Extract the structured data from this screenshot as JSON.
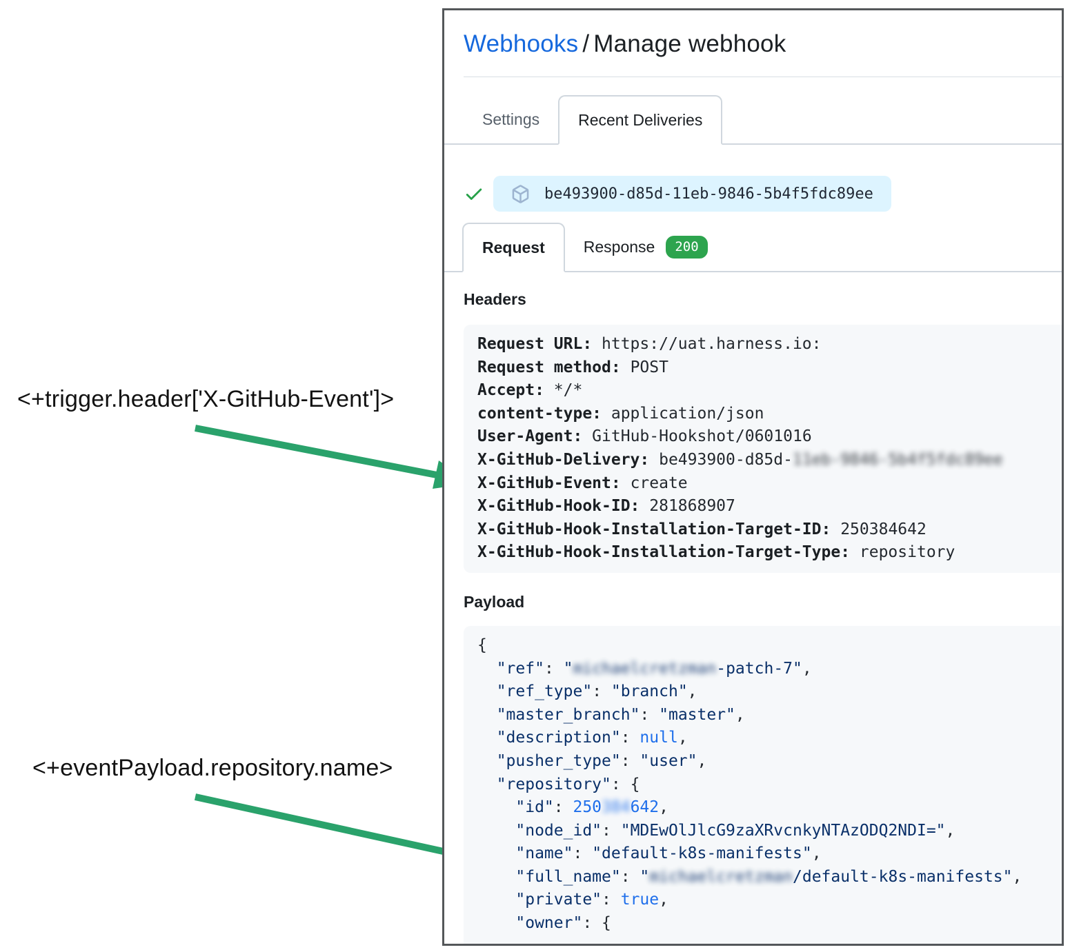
{
  "colors": {
    "link-blue": "#1568dd",
    "text-dark": "#1b1f23",
    "muted-gray": "#57606a",
    "tab-border": "#d0d7de",
    "success-green": "#2da44e",
    "check-green": "#26a148",
    "pill-bg": "#ddf4ff",
    "pill-icon": "#9db4d0",
    "code-bg": "#f6f8fa",
    "json-navy": "#0a3069",
    "json-blue": "#1f6feb",
    "arrow-green": "#2aa26b",
    "panel-border": "#54575a"
  },
  "header": {
    "breadcrumb": "Webhooks",
    "separator": "/",
    "title": "Manage webhook"
  },
  "tabs": {
    "settings": "Settings",
    "recent": "Recent Deliveries"
  },
  "delivery": {
    "guid": "be493900-d85d-11eb-9846-5b4f5fdc89ee"
  },
  "subtabs": {
    "request": "Request",
    "response": "Response",
    "status": "200"
  },
  "request": {
    "headers_title": "Headers",
    "headers": [
      {
        "label": "Request URL:",
        "value": "https://uat.harness.io:"
      },
      {
        "label": "Request method:",
        "value": "POST"
      },
      {
        "label": "Accept:",
        "value": "*/*"
      },
      {
        "label": "content-type:",
        "value": "application/json"
      },
      {
        "label": "User-Agent:",
        "value": "GitHub-Hookshot/0601016"
      },
      {
        "label": "X-GitHub-Delivery:",
        "value": "be493900-d85d-",
        "blurred": "11eb-9846-5b4f5fdc89ee"
      },
      {
        "label": "X-GitHub-Event:",
        "value": "create"
      },
      {
        "label": "X-GitHub-Hook-ID:",
        "value": "281868907"
      },
      {
        "label": "X-GitHub-Hook-Installation-Target-ID:",
        "value": "250384642"
      },
      {
        "label": "X-GitHub-Hook-Installation-Target-Type:",
        "value": "repository"
      }
    ],
    "payload_title": "Payload",
    "payload_lines": [
      [
        {
          "c": "p",
          "t": "{"
        }
      ],
      [
        {
          "c": "p",
          "t": "  "
        },
        {
          "c": "k",
          "t": "\"ref\""
        },
        {
          "c": "p",
          "t": ": "
        },
        {
          "c": "s",
          "t": "\""
        },
        {
          "c": "bs",
          "t": "michaelcretzman"
        },
        {
          "c": "s",
          "t": "-patch-7\""
        },
        {
          "c": "p",
          "t": ","
        }
      ],
      [
        {
          "c": "p",
          "t": "  "
        },
        {
          "c": "k",
          "t": "\"ref_type\""
        },
        {
          "c": "p",
          "t": ": "
        },
        {
          "c": "s",
          "t": "\"branch\""
        },
        {
          "c": "p",
          "t": ","
        }
      ],
      [
        {
          "c": "p",
          "t": "  "
        },
        {
          "c": "k",
          "t": "\"master_branch\""
        },
        {
          "c": "p",
          "t": ": "
        },
        {
          "c": "s",
          "t": "\"master\""
        },
        {
          "c": "p",
          "t": ","
        }
      ],
      [
        {
          "c": "p",
          "t": "  "
        },
        {
          "c": "k",
          "t": "\"description\""
        },
        {
          "c": "p",
          "t": ": "
        },
        {
          "c": "n",
          "t": "null"
        },
        {
          "c": "p",
          "t": ","
        }
      ],
      [
        {
          "c": "p",
          "t": "  "
        },
        {
          "c": "k",
          "t": "\"pusher_type\""
        },
        {
          "c": "p",
          "t": ": "
        },
        {
          "c": "s",
          "t": "\"user\""
        },
        {
          "c": "p",
          "t": ","
        }
      ],
      [
        {
          "c": "p",
          "t": "  "
        },
        {
          "c": "k",
          "t": "\"repository\""
        },
        {
          "c": "p",
          "t": ": {"
        }
      ],
      [
        {
          "c": "p",
          "t": "    "
        },
        {
          "c": "k",
          "t": "\"id\""
        },
        {
          "c": "p",
          "t": ": "
        },
        {
          "c": "n",
          "t": "250"
        },
        {
          "c": "bn",
          "t": "384"
        },
        {
          "c": "n",
          "t": "642"
        },
        {
          "c": "p",
          "t": ","
        }
      ],
      [
        {
          "c": "p",
          "t": "    "
        },
        {
          "c": "k",
          "t": "\"node_id\""
        },
        {
          "c": "p",
          "t": ": "
        },
        {
          "c": "s",
          "t": "\"MDEwOlJlcG9zaXRvcnkyNTAzODQ2NDI=\""
        },
        {
          "c": "p",
          "t": ","
        }
      ],
      [
        {
          "c": "p",
          "t": "    "
        },
        {
          "c": "k",
          "t": "\"name\""
        },
        {
          "c": "p",
          "t": ": "
        },
        {
          "c": "s",
          "t": "\"default-k8s-manifests\""
        },
        {
          "c": "p",
          "t": ","
        }
      ],
      [
        {
          "c": "p",
          "t": "    "
        },
        {
          "c": "k",
          "t": "\"full_name\""
        },
        {
          "c": "p",
          "t": ": "
        },
        {
          "c": "s",
          "t": "\""
        },
        {
          "c": "bs",
          "t": "michaelcretzman"
        },
        {
          "c": "s",
          "t": "/default-k8s-manifests\""
        },
        {
          "c": "p",
          "t": ","
        }
      ],
      [
        {
          "c": "p",
          "t": "    "
        },
        {
          "c": "k",
          "t": "\"private\""
        },
        {
          "c": "p",
          "t": ": "
        },
        {
          "c": "n",
          "t": "true"
        },
        {
          "c": "p",
          "t": ","
        }
      ],
      [
        {
          "c": "p",
          "t": "    "
        },
        {
          "c": "k",
          "t": "\"owner\""
        },
        {
          "c": "p",
          "t": ": {"
        }
      ]
    ]
  },
  "annotations": {
    "trigger": "<+trigger.header['X-GitHub-Event']>",
    "payload": "<+eventPayload.repository.name>"
  }
}
